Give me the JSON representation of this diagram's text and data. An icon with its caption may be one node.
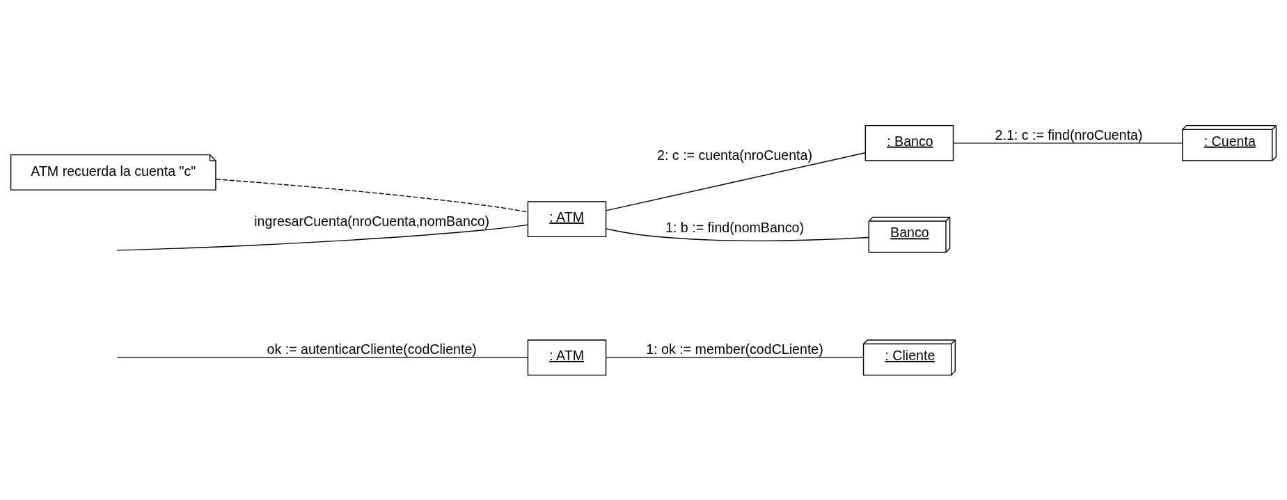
{
  "diagram": {
    "nodes": [
      {
        "text": [
          ": ATM"
        ]
      },
      {
        "text": [
          ": Cliente"
        ]
      },
      {
        "text": [
          ": ATM"
        ]
      },
      {
        "text": [
          ": Banco"
        ]
      },
      {
        "text": [
          ": Cuenta"
        ]
      },
      {
        "text": [
          "Banco"
        ]
      },
      {
        "text": [
          "ATM recuerda la cuenta \"c\""
        ]
      }
    ],
    "edges": [
      {
        "from": null,
        "to": 0,
        "arrow": "none",
        "label": "ok := autenticarCliente(codCliente)"
      },
      {
        "from": 0,
        "to": 1,
        "arrow": "none",
        "label": "1: ok := member(codCLiente)"
      },
      {
        "from": null,
        "to": 2,
        "arrow": "none",
        "label": "ingresarCuenta(nroCuenta,nomBanco)"
      },
      {
        "from": 2,
        "to": 3,
        "arrow": "none",
        "label": "2: c := cuenta(nroCuenta)"
      },
      {
        "from": 3,
        "to": 4,
        "arrow": "none",
        "label": "2.1: c := find(nroCuenta)"
      },
      {
        "from": 2,
        "to": 5,
        "arrow": "none",
        "label": "1: b := find(nomBanco)"
      },
      {
        "from": 6,
        "to": 2,
        "arrow": "none",
        "style": "dashed"
      }
    ]
  }
}
